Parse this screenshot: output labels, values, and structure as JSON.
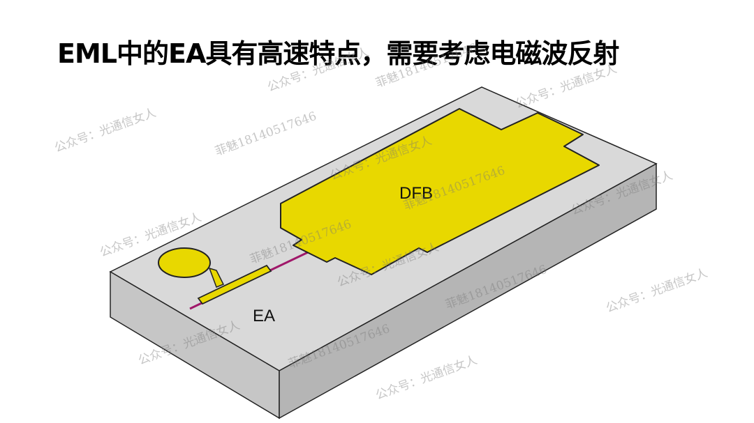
{
  "title": "EML中的EA具有高速特点，需要考虑电磁波反射",
  "diagram": {
    "labels": {
      "dfb": "DFB",
      "ea": "EA"
    },
    "colors": {
      "substrate_top": "#d9d9d9",
      "substrate_front": "#c4c4c4",
      "substrate_side": "#b4b4b4",
      "pad": "#e8d800",
      "waveguide": "#a0186a"
    }
  },
  "watermarks": {
    "account": "公众号：光通信女人",
    "contact": "菲魅18140517646"
  }
}
